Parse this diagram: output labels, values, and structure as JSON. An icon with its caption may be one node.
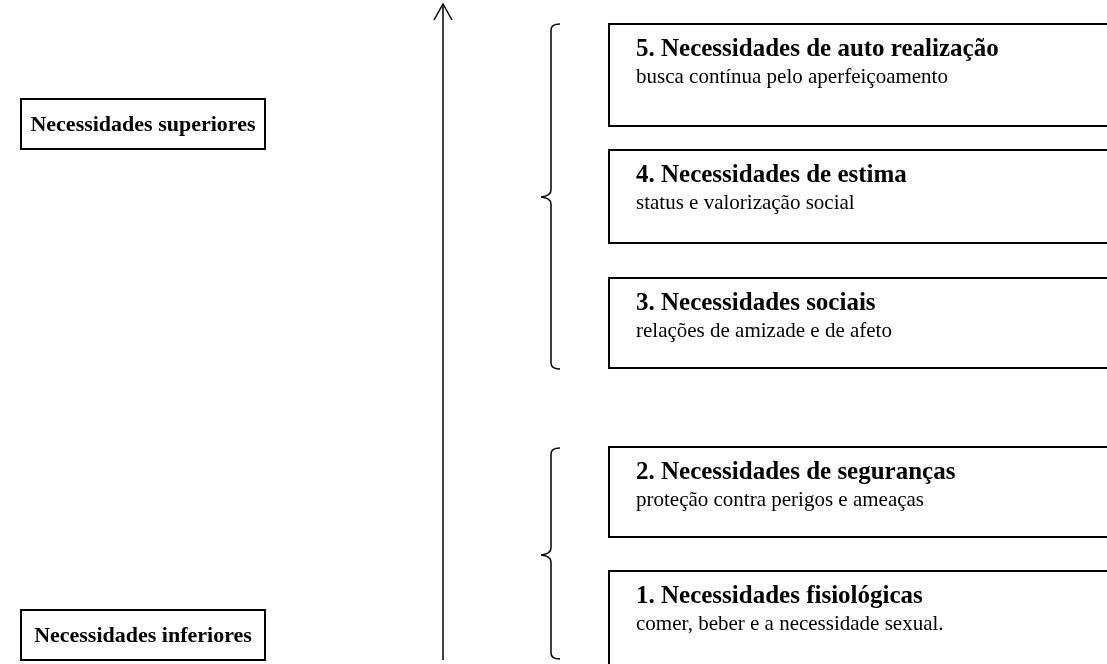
{
  "diagram": {
    "nodes": [
      {
        "text": [
          "Necessidades superiores"
        ]
      },
      {
        "text": [
          "Necessidades inferiores"
        ]
      },
      {
        "text": [
          "5. Necessidades de auto realização",
          "busca contínua pelo aperfeiçoamento"
        ]
      },
      {
        "text": [
          "4. Necessidades de estima",
          "status e valorização social"
        ]
      },
      {
        "text": [
          "3. Necessidades sociais",
          "relações de amizade e de afeto"
        ]
      },
      {
        "text": [
          "2. Necessidades de seguranças",
          "proteção contra perigos e ameaças"
        ]
      },
      {
        "text": [
          "1. Necessidades fisiológicas",
          "comer, beber e a necessidade sexual."
        ]
      }
    ]
  }
}
